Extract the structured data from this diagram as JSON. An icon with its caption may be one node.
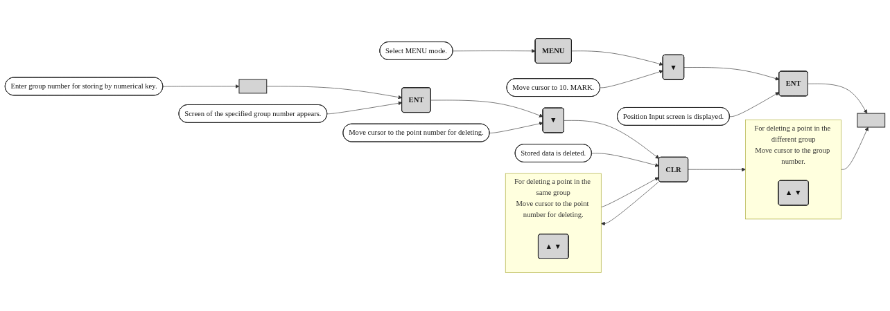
{
  "diagram": {
    "nodes": [
      {
        "text": [
          "For deleting a point in the different group",
          "Move cursor to the group number."
        ]
      },
      {
        "text": [
          "▲ ▼"
        ],
        "in": 0
      },
      {
        "text": [
          "For deleting a point in the same group",
          "Move cursor to the point number for deleting."
        ]
      },
      {
        "text": [
          "▲ ▼"
        ],
        "in": 2
      },
      {
        "text": [
          "MENU"
        ]
      },
      {
        "text": [
          "▼"
        ]
      },
      {
        "text": [
          "ENT"
        ]
      },
      {
        "text": [],
        "shape": "box"
      },
      {
        "text": [],
        "shape": "box"
      },
      {
        "text": [
          "ENT"
        ]
      },
      {
        "text": [
          "▼"
        ]
      },
      {
        "text": [
          "CLR"
        ]
      },
      {
        "text": [
          "Select MENU mode."
        ]
      },
      {
        "text": [
          "Move cursor to 10. MARK."
        ]
      },
      {
        "text": [
          "Position Input screen is displayed."
        ]
      },
      {
        "text": [
          "Enter group number for storing by numerical key."
        ]
      },
      {
        "text": [
          "Screen of the specified group number appears."
        ]
      },
      {
        "text": [
          "Move cursor to the point number for deleting."
        ]
      },
      {
        "text": [
          "Stored data is deleted."
        ]
      }
    ],
    "edges": [
      {
        "from": 4,
        "to": 5,
        "arrow": "to"
      },
      {
        "from": 5,
        "to": 6,
        "arrow": "to"
      },
      {
        "from": 6,
        "to": 7,
        "arrow": "to"
      },
      {
        "from": 0,
        "to": 7,
        "arrow": "to"
      },
      {
        "from": 8,
        "to": 9,
        "arrow": "to"
      },
      {
        "from": 9,
        "to": 10,
        "arrow": "to"
      },
      {
        "from": 10,
        "to": 11,
        "arrow": "to"
      },
      {
        "from": 2,
        "to": 11,
        "arrow": "to"
      },
      {
        "from": 11,
        "to": 0,
        "arrow": "to"
      },
      {
        "from": 11,
        "to": 2,
        "arrow": "to"
      },
      {
        "from": 12,
        "to": 4,
        "arrow": "to"
      },
      {
        "from": 13,
        "to": 5,
        "arrow": "to"
      },
      {
        "from": 14,
        "to": 6,
        "arrow": "to"
      },
      {
        "from": 15,
        "to": 8,
        "arrow": "to"
      },
      {
        "from": 16,
        "to": 9,
        "arrow": "to"
      },
      {
        "from": 17,
        "to": 10,
        "arrow": "to"
      },
      {
        "from": 18,
        "to": 11,
        "arrow": "to"
      }
    ]
  }
}
